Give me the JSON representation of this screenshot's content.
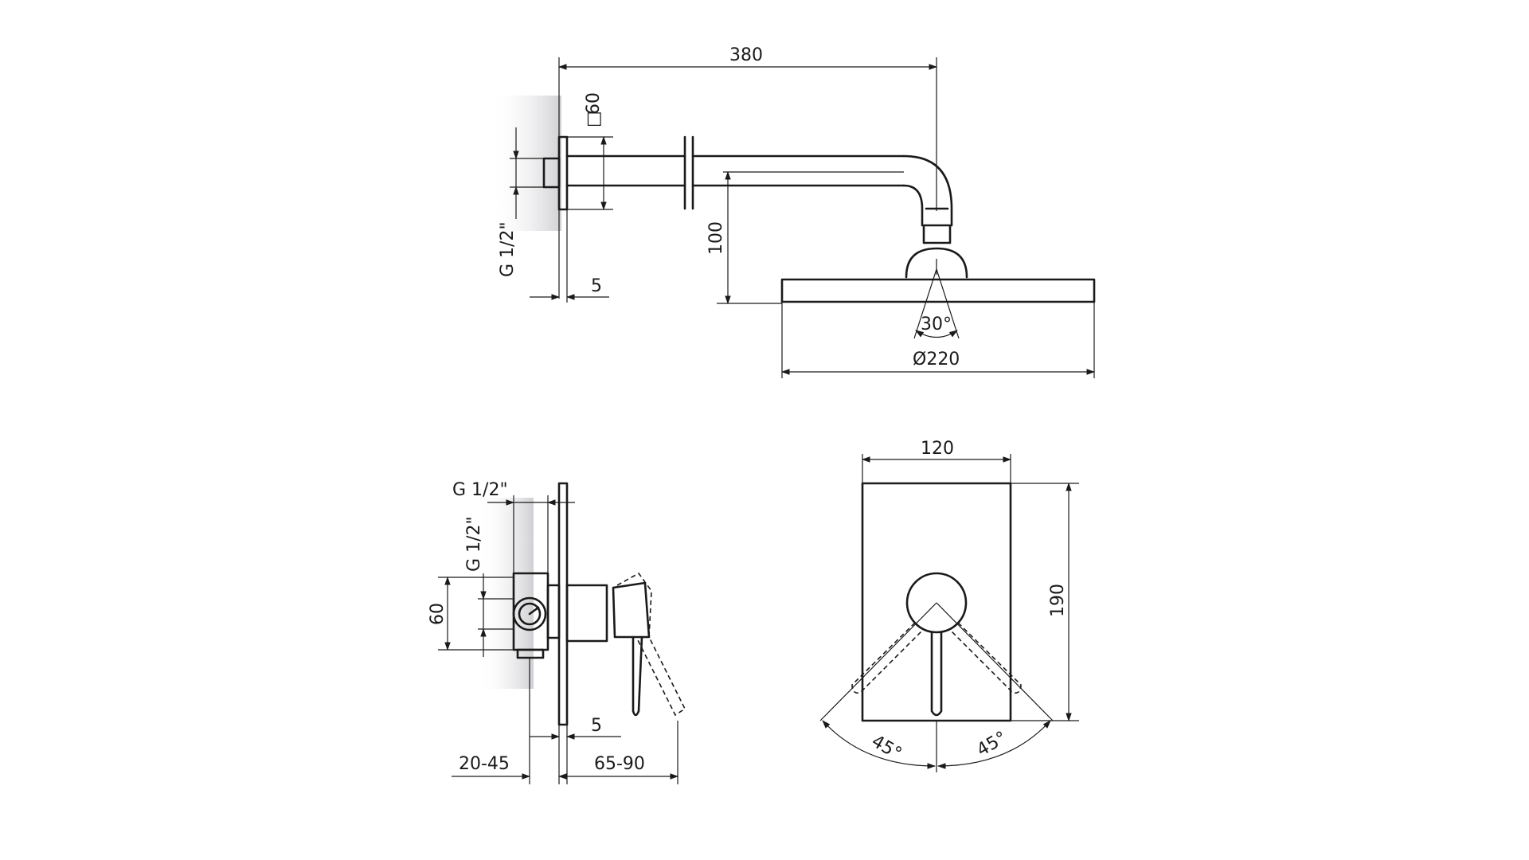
{
  "shower_arm_view": {
    "arm_length": "380",
    "flange_square": "60",
    "flange_square_symbol": "□",
    "wall_thread": "G 1/2\"",
    "flange_thickness": "5",
    "head_height": "100",
    "spray_angle": "30°",
    "head_diameter": "Ø220"
  },
  "mixer_side_view": {
    "outlet_thread_top": "G 1/2\"",
    "outlet_thread_side": "G 1/2\"",
    "body_height": "60",
    "plate_thickness": "5",
    "wall_depth_range": "20-45",
    "projection_range": "65-90"
  },
  "mixer_front_view": {
    "plate_width": "120",
    "plate_height": "190",
    "lever_angle_left": "45°",
    "lever_angle_right": "45°"
  }
}
